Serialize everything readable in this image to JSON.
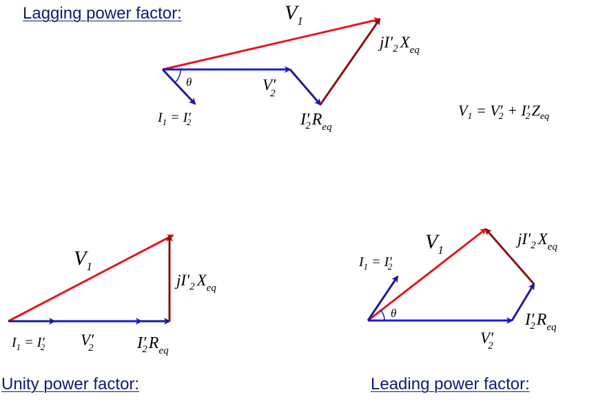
{
  "headings": {
    "lagging": "Lagging power factor:",
    "unity": "Unity power factor:",
    "leading": "Leading power factor:"
  },
  "equation": {
    "lhs": "V",
    "lhs_sub": "1",
    "eq": " = ",
    "v2": "V",
    "v2_prime": "′",
    "v2_sub": "2",
    "plus": " + ",
    "i2": "I",
    "i2_prime": "′",
    "i2_sub": "2",
    "z": "Z",
    "z_sub": "eq"
  },
  "labels": {
    "V1": "V",
    "V1_sub": "1",
    "V2": "V",
    "V2_prime": "′",
    "V2_sub": "2",
    "current_lhs": "I",
    "current_lhs_sub": "1",
    "current_eq": " = ",
    "current_rhs": "I",
    "current_rhs_prime": "′",
    "current_rhs_sub": "2",
    "jIX_j": "j",
    "jIX_I": "I",
    "jIX_prime": "′",
    "jIX_sub2": "2",
    "jIX_X": "X",
    "jIX_sub": "eq",
    "IR_I": "I",
    "IR_prime": "′",
    "IR_sub2": "2",
    "IR_R": "R",
    "IR_sub": "eq",
    "theta": "θ"
  },
  "colors": {
    "v1_arrow": "#e8141c",
    "v2_arrow": "#1a1ad4",
    "current_arrow": "#1a1a9a",
    "ir_arrow": "#1a1a9a",
    "jix_arrow": "#8a1010",
    "heading": "#0f1a7a"
  }
}
